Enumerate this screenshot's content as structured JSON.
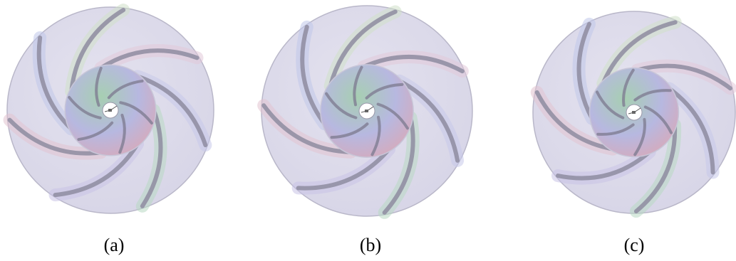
{
  "figure": {
    "panels": [
      {
        "id": "a",
        "caption": "(a)"
      },
      {
        "id": "b",
        "caption": "(b)"
      },
      {
        "id": "c",
        "caption": "(c)"
      }
    ],
    "colors": {
      "disc_fill": "#d6d4e6",
      "disc_edge": "#b9b7c9",
      "blade_dark": "#8e8ca0",
      "inner_green": "#a7cfb2",
      "inner_pink": "#d9a9b8",
      "inner_blue": "#b7b8e0",
      "hub": "#ffffff"
    }
  }
}
